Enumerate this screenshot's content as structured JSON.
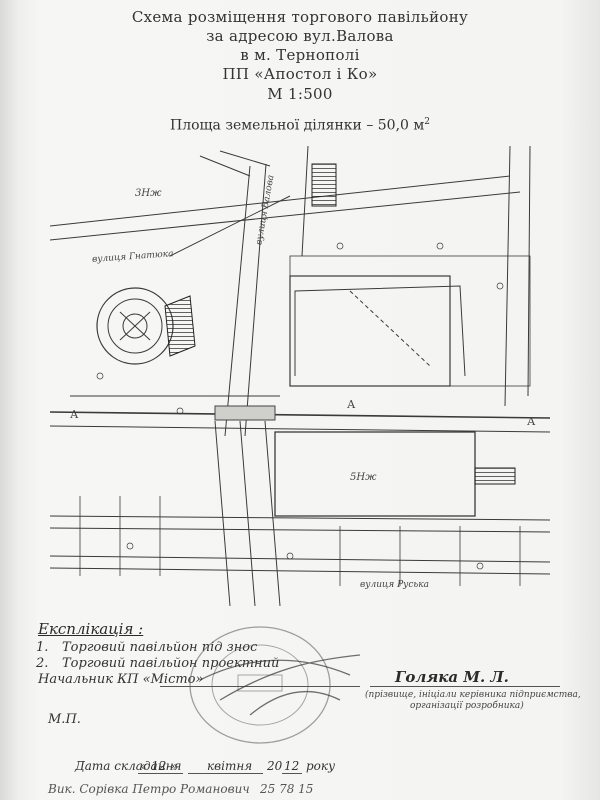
{
  "header": {
    "line1": "Схема  розміщення торгового павільйону",
    "line2": "за адресою  вул.Валова",
    "line3": "в м. Тернополі",
    "line4": "ПП «Апостол і Ко»",
    "scale": "М 1:500",
    "area_label": "Площа земельної ділянки  – 50,0 м",
    "area_sup": "2"
  },
  "map": {
    "street_valova": "вулиця Валова",
    "street_hnatiuka": "вулиця Гнатюка",
    "street_ruska": "вулиця Руська",
    "building_3n": "3Нж",
    "building_5n": "5Нж",
    "section_a1": "А",
    "section_a2": "А",
    "section_a3": "А"
  },
  "explication": {
    "title": "Експлікація :",
    "item1_num": "1.",
    "item1": "Торговий павільйон  під знос",
    "item2_num": "2.",
    "item2": "Торговий павільйон проектний"
  },
  "signature": {
    "chief_label": "Начальник КП «Місто»",
    "name": "Голяка М. Л.",
    "caption1": "(прізвище, ініціали керівника  підприємства,",
    "caption2": "організації розробника)",
    "mp": "М.П."
  },
  "date": {
    "label": "Дата складання",
    "day": "« 12 »",
    "month": "квітня",
    "year_prefix": "20",
    "year": "12",
    "suffix": "року"
  },
  "executor": {
    "label": "Вик. Сорівка Петро Романович",
    "phone": "25 78 15"
  }
}
